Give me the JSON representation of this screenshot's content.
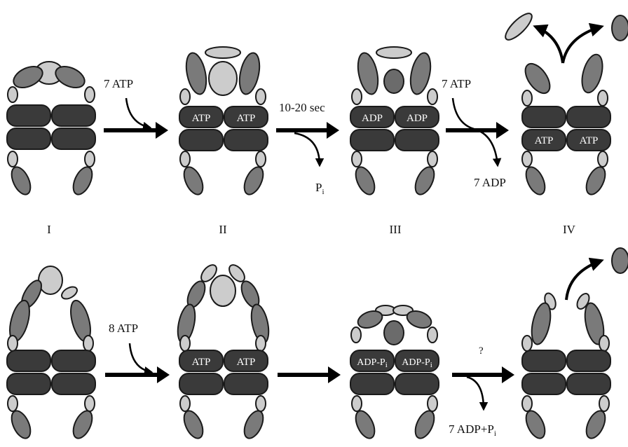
{
  "colors": {
    "light": "#cccccc",
    "mid": "#7a7a7a",
    "dark": "#3a3a3a",
    "outline": "#1a1a1a",
    "arrow": "#000000",
    "bound_substrate_dark": "#6b6b6b"
  },
  "row1": {
    "stages": [
      "I",
      "II",
      "III",
      "IV"
    ],
    "step1": {
      "input": "7 ATP"
    },
    "step2": {
      "time": "10-20 sec",
      "product_main": "P",
      "product_sub": "i"
    },
    "step3": {
      "input": "7 ATP",
      "product": "7 ADP"
    },
    "ring_labels": {
      "atp": "ATP",
      "adp": "ADP"
    }
  },
  "row2": {
    "step1": {
      "input": "8 ATP"
    },
    "step3": {
      "question": "?",
      "product_main": "7 ADP+P",
      "product_sub": "i"
    },
    "ring_labels": {
      "atp": "ATP",
      "adp_pi_main": "ADP-P",
      "adp_pi_sub": "i"
    }
  }
}
